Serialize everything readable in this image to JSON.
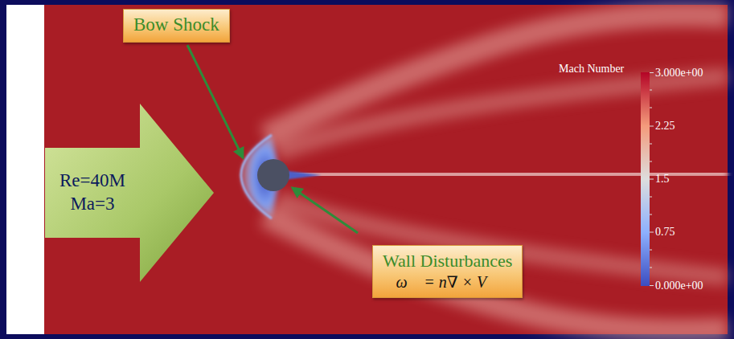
{
  "diagram": {
    "nodes": [
      {
        "text": [
          "Re=40M",
          "Ma=3"
        ]
      },
      {
        "text": [
          "Bow Shock"
        ]
      },
      {
        "text": [
          "Wall Disturbances",
          "ω⃗ = n∇ × V⃗"
        ]
      }
    ],
    "labels": [
      "Mach Number",
      "3.000e+00",
      "2.25",
      "1.5",
      "0.75",
      "0.000e+00"
    ]
  }
}
